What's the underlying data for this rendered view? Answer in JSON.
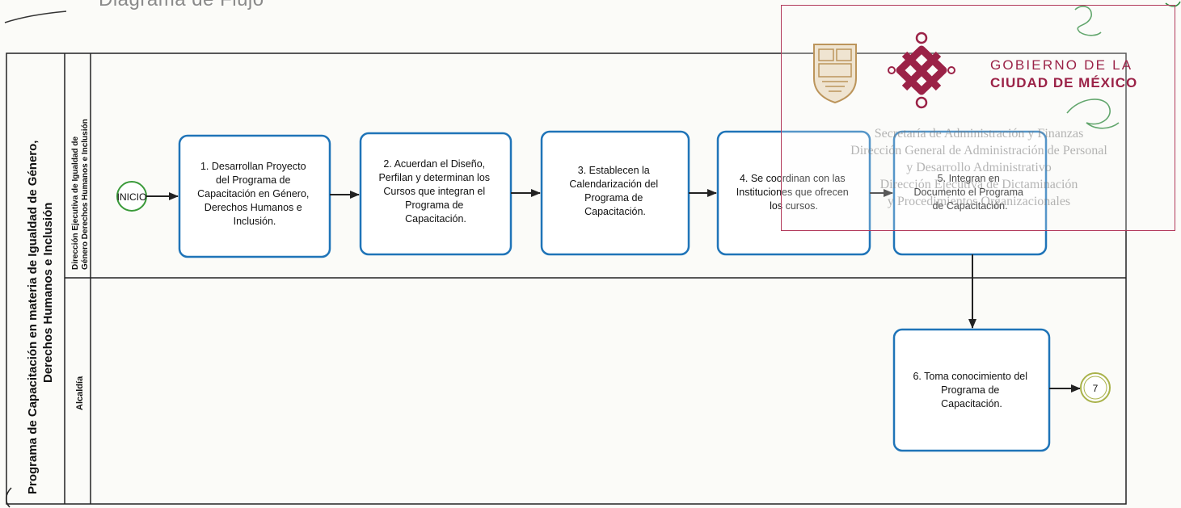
{
  "page_heading": "Diagrama de Flujo",
  "pool": {
    "title_line1": "Programa de Capacitación en materia de Igualdad de Género,",
    "title_line2": "Derechos Humanos e Inclusión"
  },
  "lanes": [
    {
      "label_line1": "Dirección Ejecutiva de Igualdad de",
      "label_line2": "Género Derechos Humanos e Inclusión"
    },
    {
      "label_line1": "Alcaldía"
    }
  ],
  "start_event": {
    "label": "INICIO"
  },
  "end_event": {
    "label": "7"
  },
  "steps": [
    {
      "lines": [
        "1. Desarrollan Proyecto",
        "del Programa de",
        "Capacitación en Género,",
        "Derechos Humanos e",
        "Inclusión."
      ]
    },
    {
      "lines": [
        "2. Acuerdan el Diseño,",
        "Perfilan y determinan los",
        "Cursos que integran el",
        "Programa de",
        "Capacitación."
      ]
    },
    {
      "lines": [
        "3. Establecen la",
        "Calendarización del",
        "Programa de",
        "Capacitación."
      ]
    },
    {
      "lines": [
        "4. Se coordinan con las",
        "Instituciones que ofrecen",
        "los cursos."
      ]
    },
    {
      "lines": [
        "5. Integran en",
        "Documento el Programa",
        "de Capacitación."
      ]
    },
    {
      "lines": [
        "6. Toma conocimiento del",
        "Programa de",
        "Capacitación."
      ]
    }
  ],
  "stamp": {
    "gov_line1": "GOBIERNO DE LA",
    "gov_line2": "CIUDAD DE MÉXICO",
    "text_lines": [
      "Secretaría de Administración y Finanzas",
      "Dirección General de Administración de Personal",
      "y Desarrollo Administrativo",
      "Dirección Ejecutiva de Dictaminación",
      "y Procedimientos Organizacionales"
    ]
  },
  "colors": {
    "box_stroke": "#1f74b8",
    "start_stroke": "#3a9a3a",
    "end_stroke": "#a9b24a",
    "stamp_border": "#b23a5b",
    "gov_magenta": "#9b2247",
    "gov_gold": "#bc955c"
  }
}
